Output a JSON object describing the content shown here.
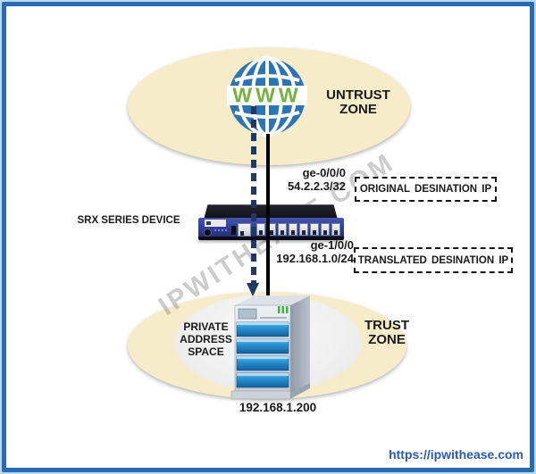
{
  "watermark": {
    "text": "IPWITHEASE.COM"
  },
  "footer": {
    "url": "https://ipwithease.com"
  },
  "untrust_zone": {
    "line1": "UNTRUST",
    "line2": "ZONE"
  },
  "trust_zone": {
    "line1": "TRUST",
    "line2": "ZONE"
  },
  "globe": {
    "www": "WWW"
  },
  "device": {
    "label": "SRX SERIES DEVICE"
  },
  "wan_interface": {
    "name": "ge-0/0/0",
    "ip": "54.2.2.3/32"
  },
  "lan_interface": {
    "name": "ge-1/0/0",
    "ip": "192.168.1.0/24"
  },
  "callouts": {
    "original": "ORIGINAL DESINATION IP",
    "translated": "TRANSLATED DESINATION IP"
  },
  "private_space": {
    "line1": "PRIVATE",
    "line2": "ADDRESS",
    "line3": "SPACE"
  },
  "server": {
    "ip": "192.168.1.200"
  },
  "icons": {
    "globe": "globe-icon",
    "server": "server-tower-icon",
    "arrow": "arrow-down-icon"
  },
  "colors": {
    "frame_dark": "#2a6ab0",
    "frame_light": "#bcd8f0",
    "zone_fill": "#f7ecca",
    "globe_blue": "#2e74b4",
    "www_green": "#77b13f",
    "arrow_navy": "#203864",
    "device_blue": "#35429c",
    "url_blue": "#2b5cad"
  }
}
